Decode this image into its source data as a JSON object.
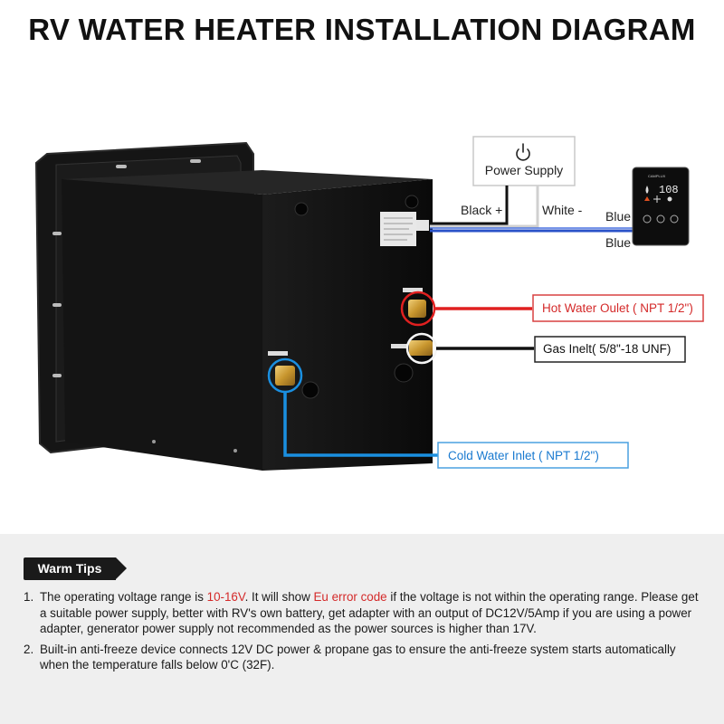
{
  "title": "RV WATER HEATER INSTALLATION DIAGRAM",
  "labels": {
    "power_supply": "Power Supply",
    "black_wire": "Black +",
    "white_wire": "White -",
    "blue_upper": "Blue",
    "blue_lower": "Blue",
    "hot_water": "Hot Water Oulet ( NPT 1/2\")",
    "gas_inlet": "Gas Inelt( 5/8\"-18 UNF)",
    "cold_water": "Cold Water Inlet  ( NPT 1/2\")"
  },
  "controller": {
    "brand": "CAMPLUX",
    "display": "108"
  },
  "colors": {
    "hot_line": "#e02020",
    "cold_line": "#1a8fe0",
    "gas_line": "#111111",
    "blue_wire": "#2a52c8"
  },
  "tips": {
    "badge": "Warm Tips",
    "items": [
      {
        "num": "1.",
        "p1": "The operating voltage range is ",
        "h1": "10-16V",
        "p2": ". It will show ",
        "h2": "Eu error code",
        "p3": " if the voltage is not within the operating range. Please get a suitable power supply, better with RV's own battery, get adapter with an output of DC12V/5Amp if you are using a power adapter, generator power supply not recommended as the power sources is higher than 17V."
      },
      {
        "num": "2.",
        "text": "Built-in anti-freeze device connects 12V DC power & propane gas to ensure the anti-freeze system starts automatically when the temperature falls below 0'C (32F)."
      }
    ]
  }
}
